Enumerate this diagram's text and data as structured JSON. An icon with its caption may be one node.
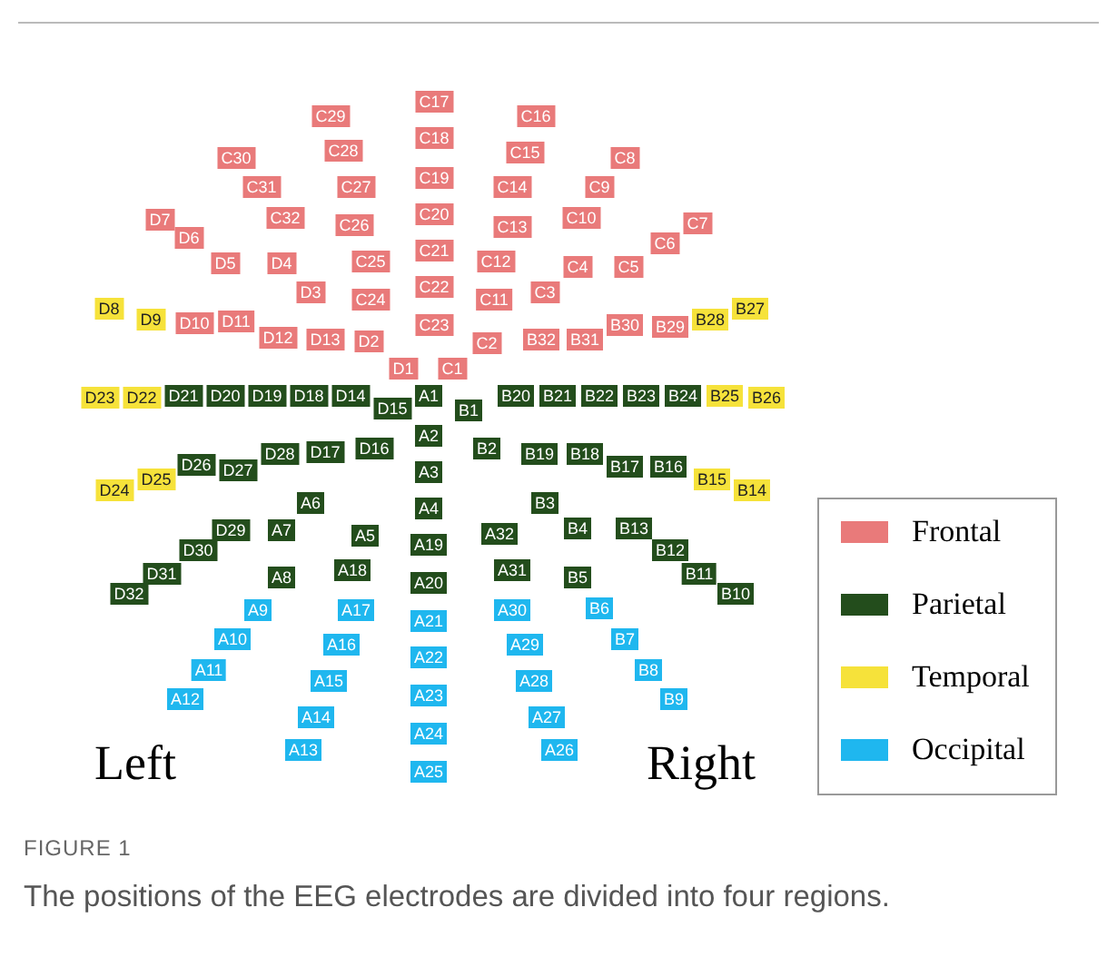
{
  "diagram": {
    "title": "FIGURE 1",
    "caption": "The positions of the EEG electrodes are divided into four regions.",
    "nodes": [
      {
        "text": [
          "C17"
        ]
      },
      {
        "text": [
          "C29"
        ]
      },
      {
        "text": [
          "C16"
        ]
      },
      {
        "text": [
          "C18"
        ]
      },
      {
        "text": [
          "C28"
        ]
      },
      {
        "text": [
          "C15"
        ]
      },
      {
        "text": [
          "C30"
        ]
      },
      {
        "text": [
          "C8"
        ]
      },
      {
        "text": [
          "C19"
        ]
      },
      {
        "text": [
          "C27"
        ]
      },
      {
        "text": [
          "C14"
        ]
      },
      {
        "text": [
          "C31"
        ]
      },
      {
        "text": [
          "C9"
        ]
      },
      {
        "text": [
          "C20"
        ]
      },
      {
        "text": [
          "C32"
        ]
      },
      {
        "text": [
          "C26"
        ]
      },
      {
        "text": [
          "C13"
        ]
      },
      {
        "text": [
          "C10"
        ]
      },
      {
        "text": [
          "D7"
        ]
      },
      {
        "text": [
          "C7"
        ]
      },
      {
        "text": [
          "D6"
        ]
      },
      {
        "text": [
          "C25"
        ]
      },
      {
        "text": [
          "C21"
        ]
      },
      {
        "text": [
          "C12"
        ]
      },
      {
        "text": [
          "C6"
        ]
      },
      {
        "text": [
          "D5"
        ]
      },
      {
        "text": [
          "D4"
        ]
      },
      {
        "text": [
          "C4"
        ]
      },
      {
        "text": [
          "C5"
        ]
      },
      {
        "text": [
          "C22"
        ]
      },
      {
        "text": [
          "D3"
        ]
      },
      {
        "text": [
          "C24"
        ]
      },
      {
        "text": [
          "C11"
        ]
      },
      {
        "text": [
          "C3"
        ]
      },
      {
        "text": [
          "D8"
        ]
      },
      {
        "text": [
          "D9"
        ]
      },
      {
        "text": [
          "D10"
        ]
      },
      {
        "text": [
          "D11"
        ]
      },
      {
        "text": [
          "C23"
        ]
      },
      {
        "text": [
          "B30"
        ]
      },
      {
        "text": [
          "B29"
        ]
      },
      {
        "text": [
          "B28"
        ]
      },
      {
        "text": [
          "B27"
        ]
      },
      {
        "text": [
          "D12"
        ]
      },
      {
        "text": [
          "D13"
        ]
      },
      {
        "text": [
          "D2"
        ]
      },
      {
        "text": [
          "C2"
        ]
      },
      {
        "text": [
          "B32"
        ]
      },
      {
        "text": [
          "B31"
        ]
      },
      {
        "text": [
          "D1"
        ]
      },
      {
        "text": [
          "C1"
        ]
      },
      {
        "text": [
          "D23"
        ]
      },
      {
        "text": [
          "D22"
        ]
      },
      {
        "text": [
          "D21"
        ]
      },
      {
        "text": [
          "D20"
        ]
      },
      {
        "text": [
          "D19"
        ]
      },
      {
        "text": [
          "D18"
        ]
      },
      {
        "text": [
          "D14"
        ]
      },
      {
        "text": [
          "D15"
        ]
      },
      {
        "text": [
          "A1"
        ]
      },
      {
        "text": [
          "B1"
        ]
      },
      {
        "text": [
          "B20"
        ]
      },
      {
        "text": [
          "B21"
        ]
      },
      {
        "text": [
          "B22"
        ]
      },
      {
        "text": [
          "B23"
        ]
      },
      {
        "text": [
          "B24"
        ]
      },
      {
        "text": [
          "B25"
        ]
      },
      {
        "text": [
          "B26"
        ]
      },
      {
        "text": [
          "A2"
        ]
      },
      {
        "text": [
          "D26"
        ]
      },
      {
        "text": [
          "D27"
        ]
      },
      {
        "text": [
          "D28"
        ]
      },
      {
        "text": [
          "D17"
        ]
      },
      {
        "text": [
          "D16"
        ]
      },
      {
        "text": [
          "B2"
        ]
      },
      {
        "text": [
          "B19"
        ]
      },
      {
        "text": [
          "B18"
        ]
      },
      {
        "text": [
          "B17"
        ]
      },
      {
        "text": [
          "B16"
        ]
      },
      {
        "text": [
          "A3"
        ]
      },
      {
        "text": [
          "D25"
        ]
      },
      {
        "text": [
          "B15"
        ]
      },
      {
        "text": [
          "D24"
        ]
      },
      {
        "text": [
          "B14"
        ]
      },
      {
        "text": [
          "A4"
        ]
      },
      {
        "text": [
          "A6"
        ]
      },
      {
        "text": [
          "B3"
        ]
      },
      {
        "text": [
          "D29"
        ]
      },
      {
        "text": [
          "A7"
        ]
      },
      {
        "text": [
          "A5"
        ]
      },
      {
        "text": [
          "A19"
        ]
      },
      {
        "text": [
          "A32"
        ]
      },
      {
        "text": [
          "B4"
        ]
      },
      {
        "text": [
          "B13"
        ]
      },
      {
        "text": [
          "D30"
        ]
      },
      {
        "text": [
          "B12"
        ]
      },
      {
        "text": [
          "A18"
        ]
      },
      {
        "text": [
          "D31"
        ]
      },
      {
        "text": [
          "A8"
        ]
      },
      {
        "text": [
          "A20"
        ]
      },
      {
        "text": [
          "A31"
        ]
      },
      {
        "text": [
          "B5"
        ]
      },
      {
        "text": [
          "B11"
        ]
      },
      {
        "text": [
          "D32"
        ]
      },
      {
        "text": [
          "B10"
        ]
      },
      {
        "text": [
          "A9"
        ]
      },
      {
        "text": [
          "A17"
        ]
      },
      {
        "text": [
          "A21"
        ]
      },
      {
        "text": [
          "A30"
        ]
      },
      {
        "text": [
          "B6"
        ]
      },
      {
        "text": [
          "A10"
        ]
      },
      {
        "text": [
          "A16"
        ]
      },
      {
        "text": [
          "A22"
        ]
      },
      {
        "text": [
          "A29"
        ]
      },
      {
        "text": [
          "B7"
        ]
      },
      {
        "text": [
          "A11"
        ]
      },
      {
        "text": [
          "A15"
        ]
      },
      {
        "text": [
          "A23"
        ]
      },
      {
        "text": [
          "A28"
        ]
      },
      {
        "text": [
          "B8"
        ]
      },
      {
        "text": [
          "A12"
        ]
      },
      {
        "text": [
          "A14"
        ]
      },
      {
        "text": [
          "A24"
        ]
      },
      {
        "text": [
          "A27"
        ]
      },
      {
        "text": [
          "B9"
        ]
      },
      {
        "text": [
          "A13"
        ]
      },
      {
        "text": [
          "A25"
        ]
      },
      {
        "text": [
          "A26"
        ]
      }
    ],
    "labels": [
      "Left",
      "Right"
    ],
    "legend": [
      {
        "text": "Frontal",
        "color": "#e97a7a"
      },
      {
        "text": "Parietal",
        "color": "#234d1c"
      },
      {
        "text": "Temporal",
        "color": "#f6e23a"
      },
      {
        "text": "Occipital",
        "color": "#1fb7ef"
      }
    ]
  }
}
